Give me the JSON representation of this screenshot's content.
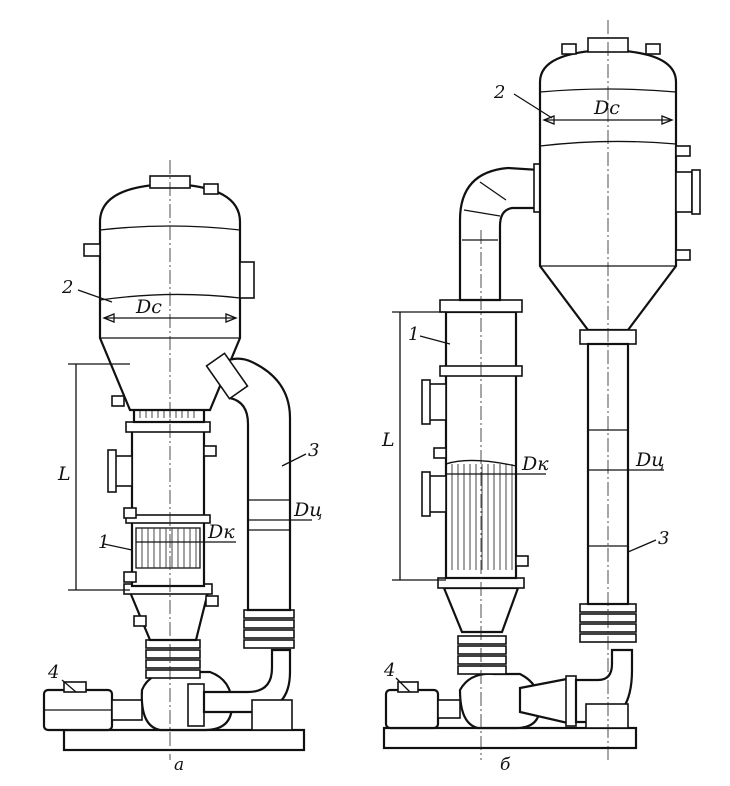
{
  "labels": {
    "diameter_separator": "Dc",
    "diameter_tube": "Dк",
    "diameter_circulation": "Dц",
    "length": "L",
    "part_heater": "1",
    "part_separator": "2",
    "part_circulation_pipe": "3",
    "part_pump": "4"
  },
  "captions": {
    "left": "а",
    "right": "б"
  },
  "colors": {
    "ink": "#111111",
    "paper": "#ffffff"
  }
}
